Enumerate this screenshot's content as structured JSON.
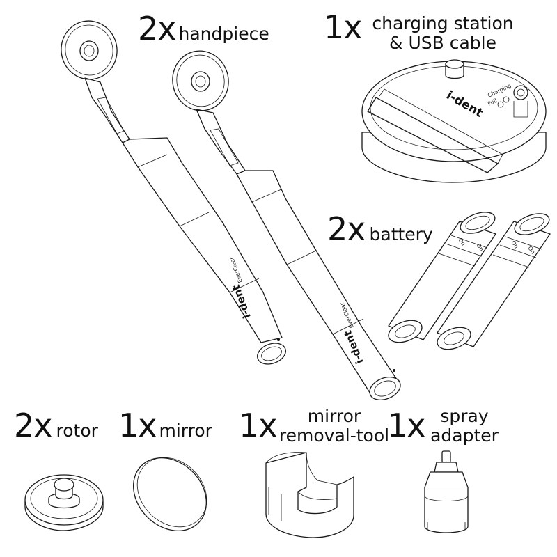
{
  "items": {
    "handpiece": {
      "qty": "2x",
      "name": "handpiece"
    },
    "charging": {
      "qty": "1x",
      "name_line1": "charging station",
      "name_line2": "& USB cable"
    },
    "battery": {
      "qty": "2x",
      "name": "battery"
    },
    "rotor": {
      "qty": "2x",
      "name": "rotor"
    },
    "mirror": {
      "qty": "1x",
      "name": "mirror"
    },
    "removal_tool": {
      "qty": "1x",
      "name_line1": "mirror",
      "name_line2": "removal-tool"
    },
    "spray": {
      "qty": "1x",
      "name_line1": "spray",
      "name_line2": "adapter"
    }
  },
  "drawing_text": {
    "brand": "i-dent",
    "handle_sub": "EverClear",
    "battery_on": "On",
    "station_charging": "Charging",
    "station_full": "Full"
  }
}
